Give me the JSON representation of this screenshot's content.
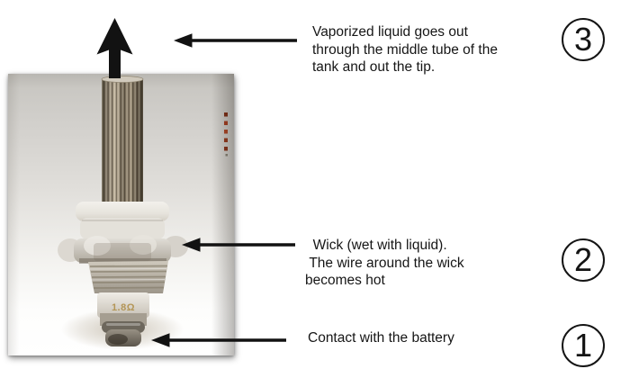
{
  "canvas": {
    "background": "#ffffff"
  },
  "photo": {
    "label_text": "1.8Ω"
  },
  "callouts": {
    "vapor": {
      "number": "3",
      "text": "Vaporized liquid goes out\nthrough the middle tube of the\ntank and out the tip."
    },
    "wick": {
      "number": "2",
      "text": "  Wick (wet with liquid).\n The wire around the wick\nbecomes hot"
    },
    "battery": {
      "number": "1",
      "text": "Contact with the battery"
    }
  },
  "icons": {
    "up-arrow-icon": "▲",
    "left-arrow-icon": "←"
  },
  "colors": {
    "ink": "#121212",
    "photo_bg_top": "#c6c4bf",
    "photo_bg_bottom": "#ffffff",
    "metal_light": "#c9bda6",
    "metal_dark": "#57503f",
    "resistance_label_gold": "#b08f4a"
  }
}
